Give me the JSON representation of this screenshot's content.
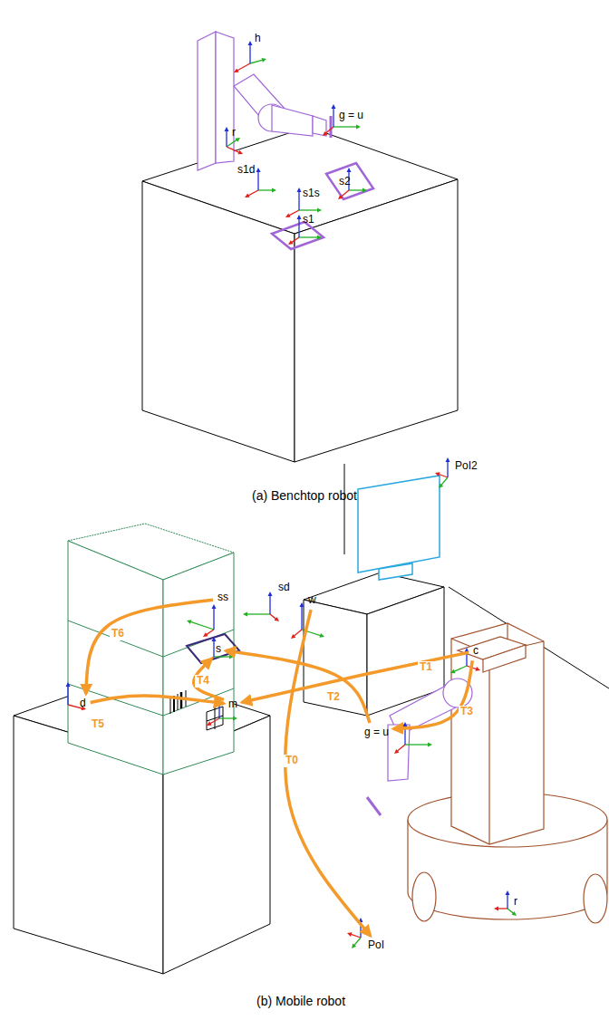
{
  "diagram": {
    "nodes": [
      {
        "text": [
          "ss"
        ]
      },
      {
        "text": [
          "sd"
        ]
      },
      {
        "text": [
          "w"
        ]
      },
      {
        "text": [
          "s"
        ]
      },
      {
        "text": [
          "c"
        ]
      },
      {
        "text": [
          "m"
        ]
      },
      {
        "text": [
          "g = u"
        ]
      },
      {
        "text": [
          "d"
        ]
      },
      {
        "text": [
          "PoI"
        ]
      },
      {
        "text": [
          "r"
        ]
      }
    ],
    "edges": [
      {
        "from": 2,
        "to": 8,
        "arrow": "to",
        "label": "T0"
      },
      {
        "from": 4,
        "to": 5,
        "arrow": "to",
        "label": "T1"
      },
      {
        "from": 6,
        "to": 3,
        "arrow": "to",
        "label": "T2"
      },
      {
        "from": 4,
        "to": 6,
        "arrow": "to",
        "label": "T3"
      },
      {
        "from": 5,
        "to": 3,
        "arrow": "to",
        "label": "T4"
      },
      {
        "from": 7,
        "to": 5,
        "arrow": "to",
        "label": "T5"
      },
      {
        "from": 0,
        "to": 7,
        "arrow": "to",
        "label": "T6"
      }
    ],
    "labels": [
      "h",
      "r",
      "s1d",
      "s1s",
      "g = u",
      "s2",
      "s1",
      "PoI2",
      "(a) Benchtop robot",
      "(b) Mobile robot"
    ]
  }
}
